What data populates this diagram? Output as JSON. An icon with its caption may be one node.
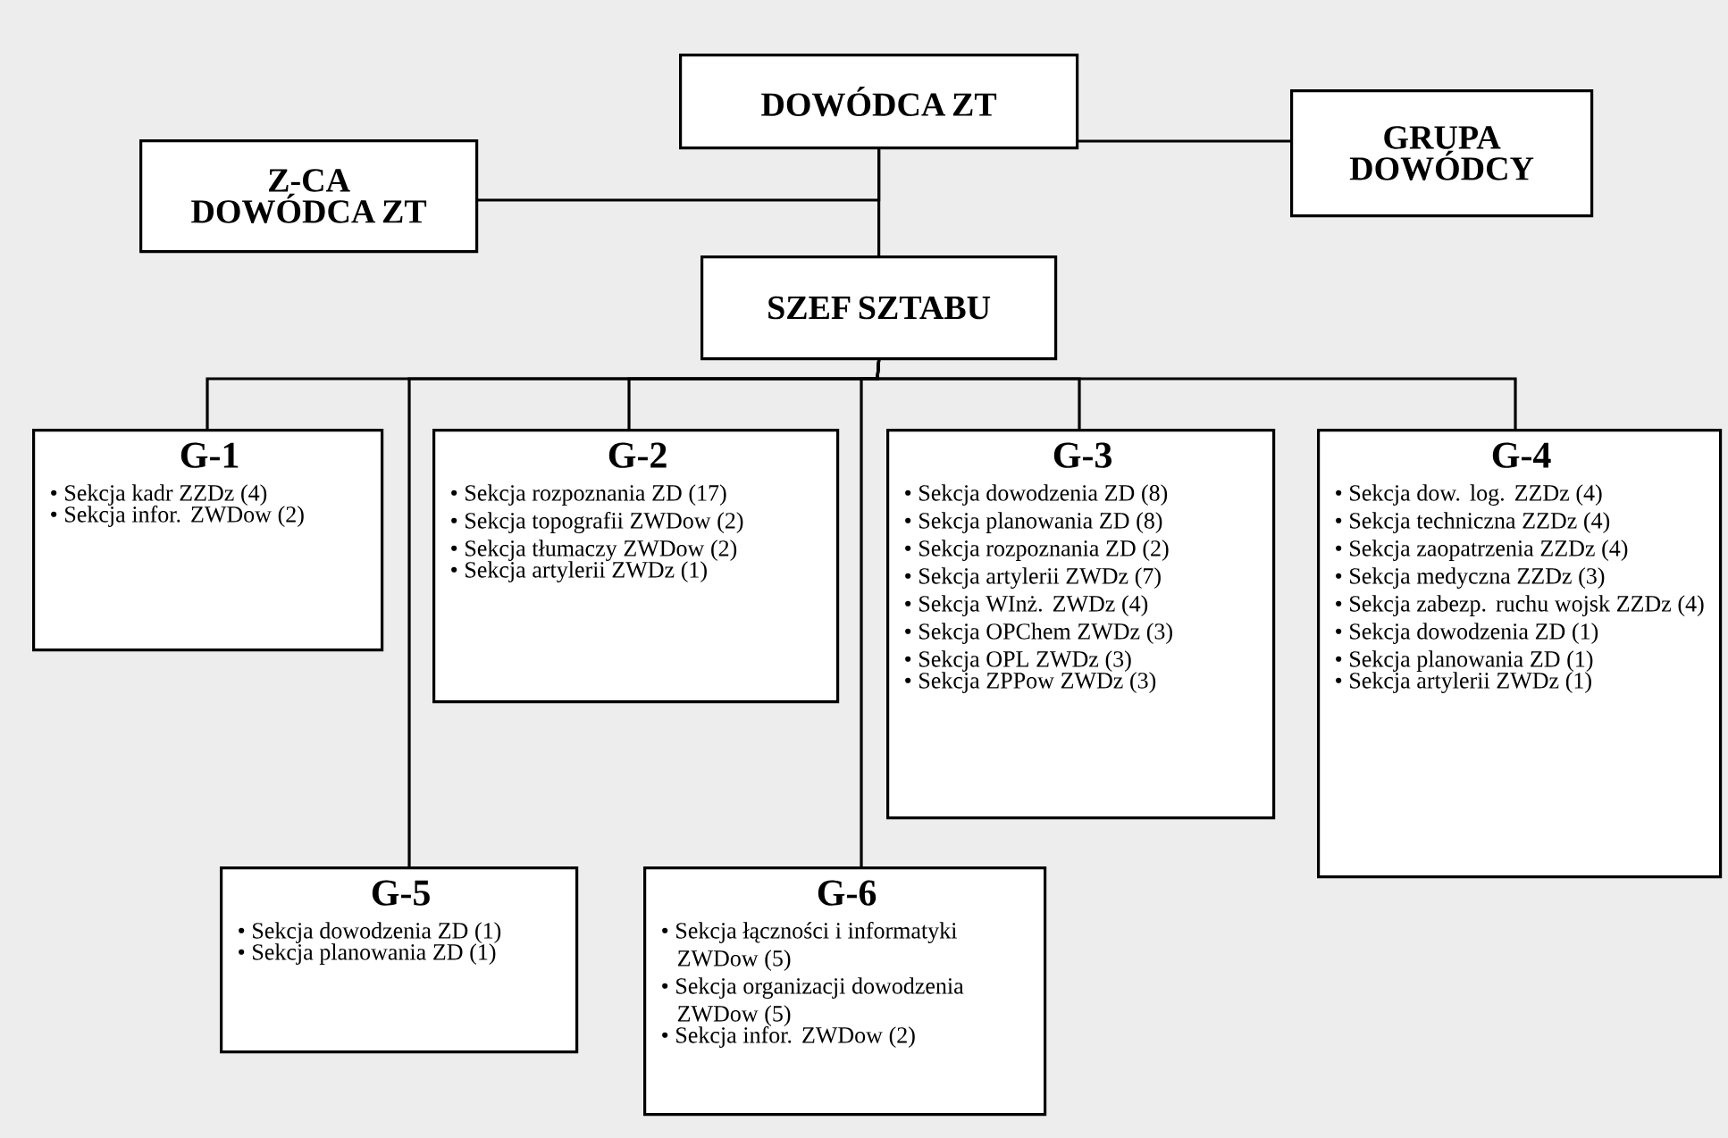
{
  "diagram": {
    "nodes": [
      {
        "text": [
          "DOWÓDCA ZT"
        ]
      },
      {
        "text": [
          "GRUPA DOWÓDCY"
        ]
      },
      {
        "text": [
          "Z-CA DOWÓDCA ZT"
        ]
      },
      {
        "text": [
          "SZEF SZTABU"
        ]
      },
      {
        "text": [
          "G-1",
          "• Sekcja kadr ZZDz (4)",
          "• Sekcja infor. ZWDow (2)"
        ]
      },
      {
        "text": [
          "G-2",
          "• Sekcja rozpoznania ZD (17)",
          "• Sekcja topografii ZWDow (2)",
          "• Sekcja tłumaczy ZWDow (2)",
          "• Sekcja artylerii ZWDz (1)"
        ]
      },
      {
        "text": [
          "G-3",
          "• Sekcja dowodzenia ZD (8)",
          "• Sekcja planowania ZD (8)",
          "• Sekcja rozpoznania ZD (2)",
          "• Sekcja artylerii ZWDz (7)",
          "• Sekcja WInż. ZWDz (4)",
          "• Sekcja OPChem ZWDz (3)",
          "• Sekcja OPL ZWDz (3)",
          "• Sekcja ZPPow ZWDz (3)"
        ]
      },
      {
        "text": [
          "G-4",
          "• Sekcja dow. log. ZZDz (4)",
          "• Sekcja techniczna ZZDz (4)",
          "• Sekcja zaopatrzenia ZZDz (4)",
          "• Sekcja medyczna ZZDz (3)",
          "• Sekcja zabezp. ruchu wojsk ZZDz (4)",
          "• Sekcja dowodzenia ZD (1)",
          "• Sekcja planowania ZD (1)",
          "• Sekcja artylerii ZWDz (1)"
        ]
      },
      {
        "text": [
          "G-5",
          "• Sekcja dowodzenia ZD (1)",
          "• Sekcja planowania ZD (1)"
        ]
      },
      {
        "text": [
          "G-6",
          "• Sekcja łączności i informatyki ZWDow (5)",
          "• Sekcja organizacji dowodzenia ZWDow (5)",
          "• Sekcja infor. ZWDow (2)"
        ]
      }
    ],
    "edges": [
      {
        "from": 0,
        "to": 1,
        "arrow": "none"
      },
      {
        "from": 0,
        "to": 2,
        "arrow": "none"
      },
      {
        "from": 0,
        "to": 3,
        "arrow": "none"
      },
      {
        "from": 3,
        "to": 4,
        "arrow": "none"
      },
      {
        "from": 3,
        "to": 5,
        "arrow": "none"
      },
      {
        "from": 3,
        "to": 6,
        "arrow": "none"
      },
      {
        "from": 3,
        "to": 7,
        "arrow": "none"
      },
      {
        "from": 3,
        "to": 8,
        "arrow": "none"
      },
      {
        "from": 3,
        "to": 9,
        "arrow": "none"
      }
    ]
  }
}
